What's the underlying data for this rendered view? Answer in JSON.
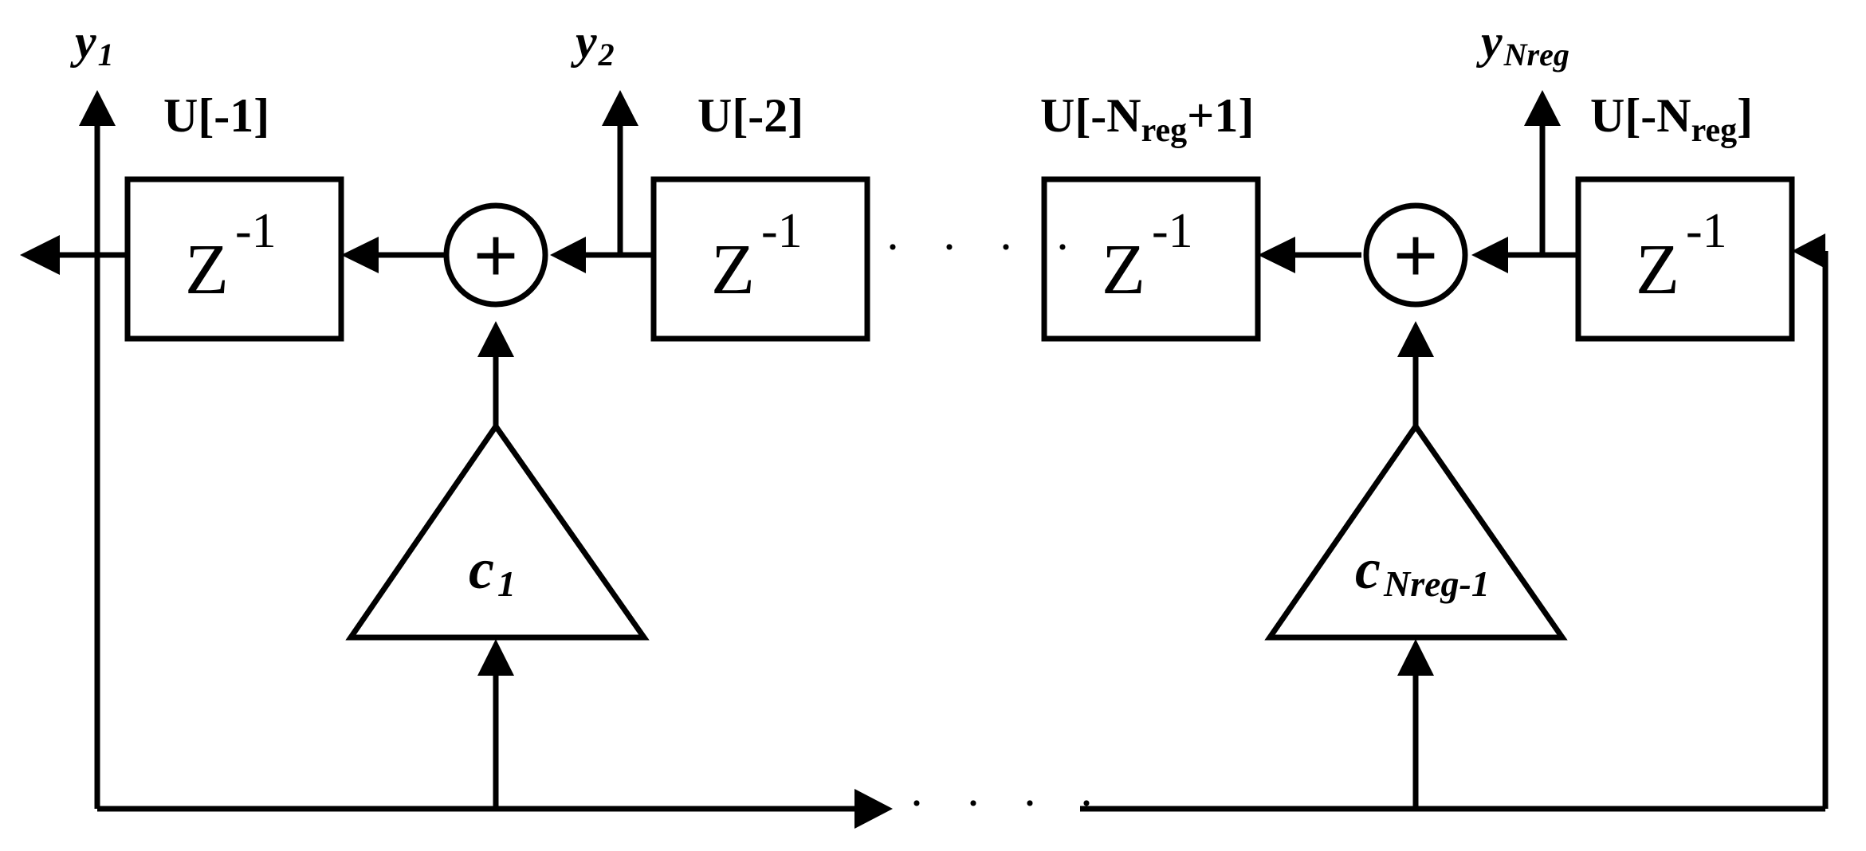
{
  "delay_blocks": [
    {
      "base": "Z",
      "exponent": "-1",
      "label_main": "U[-1]",
      "label_sub": "",
      "label_tail": ""
    },
    {
      "base": "Z",
      "exponent": "-1",
      "label_main": "U[-2]",
      "label_sub": "",
      "label_tail": ""
    },
    {
      "base": "Z",
      "exponent": "-1",
      "label_main": "U[-N",
      "label_sub": "reg",
      "label_tail": "+1]"
    },
    {
      "base": "Z",
      "exponent": "-1",
      "label_main": "U[-N",
      "label_sub": "reg",
      "label_tail": "]"
    }
  ],
  "outputs": [
    {
      "base": "y",
      "sub": "1"
    },
    {
      "base": "y",
      "sub": "2"
    },
    {
      "base": "y",
      "sub": "Nreg"
    }
  ],
  "gains": [
    {
      "base": "c",
      "sub": "1"
    },
    {
      "base": "c",
      "sub": "Nreg-1"
    }
  ],
  "adder_symbol": "+",
  "ellipsis": "· · · ·"
}
